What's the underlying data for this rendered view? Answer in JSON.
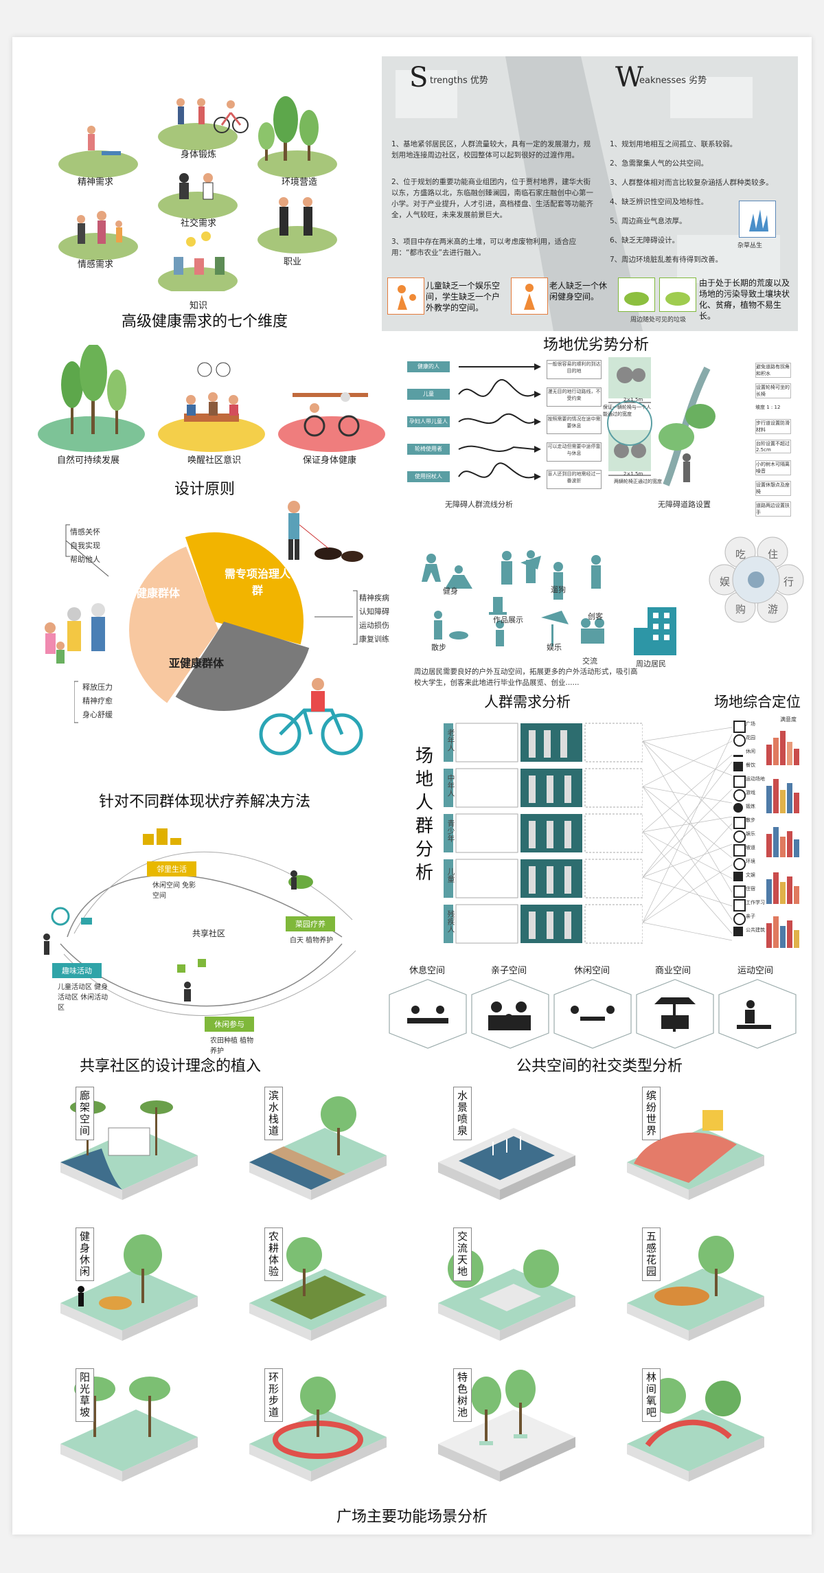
{
  "section1": {
    "title": "高级健康需求的七个维度",
    "items": [
      "精神需求",
      "身体锻炼",
      "环境营造",
      "社交需求",
      "情感需求",
      "职业",
      "知识"
    ]
  },
  "swot": {
    "s_letter": "S",
    "s_rest": "trengths 优势",
    "w_letter": "W",
    "w_rest": "eaknesses 劣势",
    "s_points": [
      "1、基地紧邻居民区，人群流量较大，具有一定的发展潜力，规划用地连接周边社区，校园整体可以起到很好的过渡作用。",
      "2、位于规划的重要功能商业组团内，位于贾村地界，建华大街以东，方盛路以北，东临融创臻澜园，南临石家庄融创中心第一小学。对于产业提升，人才引进，高档楼盘、生活配套等功能齐全，人气较旺，未来发展前景巨大。",
      "3、项目中存在两米高的土堆，可以考虑废物利用，适合应用：“都市农业”去进行融入。"
    ],
    "w_points": [
      "1、规划用地相互之间孤立、联系较弱。",
      "2、急需聚集人气的公共空间。",
      "3、人群整体相对而言比较复杂涵括人群种类较多。",
      "4、缺乏辨识性空间及地标性。",
      "5、周边商业气息浓厚。",
      "6、缺乏无障碍设计。",
      "7、周边环境脏乱差有待得到改善。"
    ],
    "weed_label": "杂草丛生",
    "bottom_notes": [
      "儿童缺乏一个娱乐空间，学生缺乏一个户外教学的空间。",
      "老人缺乏一个休闲健身空间。",
      "由于处于长期的荒废以及场地的污染导致土壤块状化、贫瘠，植物不易生长。"
    ],
    "trash_caption": "周边随处可见的垃圾",
    "title": "场地优劣势分析"
  },
  "principles": {
    "items": [
      "自然可持续发展",
      "唤醒社区意识",
      "保证身体健康"
    ],
    "title": "设计原则"
  },
  "accessibility": {
    "flow_title": "无障碍人群流线分析",
    "road_title": "无障碍道路设置",
    "groups": [
      "健康的人",
      "儿童",
      "孕妇人带儿童人群",
      "轮椅使用者",
      "使用拐杖人"
    ],
    "notes": [
      "一般很容易的顺利的到达目的地",
      "漫无目的地行动路线，不受约束",
      "按照需要的情况在途中需要休息",
      "可以走动但需要中途停靠与休息",
      "盲人还到目的地需经过一番波折"
    ],
    "dim_labels": [
      "2×1.5m",
      "保证一辆轮椅与一个人能通过的宽度",
      "2×1.5m",
      "两辆轮椅正通过的宽度"
    ],
    "road_notes": [
      "避免道路有拐角和积水",
      "设置轮椅可坐的长椅",
      "坡度 1 : 12",
      "步行道设置防滑材料",
      "台阶设置不超过2.5cm",
      "小的树木可隔离噪音",
      "设置休憩点及座椅",
      "道路两边设置扶手"
    ]
  },
  "groups": {
    "left_list": [
      "情感关怀",
      "自我实现",
      "帮助他人"
    ],
    "right_list": [
      "精神疾病",
      "认知障碍",
      "运动损伤",
      "康复训练"
    ],
    "bottom_list": [
      "释放压力",
      "精神疗愈",
      "身心舒缓"
    ],
    "pie": [
      {
        "label": "健康群体",
        "value": 35,
        "color": "#f2b400"
      },
      {
        "label": "需专项治理人群",
        "value": 30,
        "color": "#7a7a7a"
      },
      {
        "label": "亚健康群体",
        "value": 35,
        "color": "#f8c8a0"
      }
    ],
    "title": "针对不同群体现状疗养解决方法"
  },
  "needs": {
    "activities": [
      "健身",
      "作品展示",
      "遛狗",
      "散步",
      "娱乐",
      "交流",
      "创客",
      "周边居民"
    ],
    "desc": "周边居民需要良好的户外互动空间，拓展更多的户外活动形式，吸引高校大学生，创客来此地进行毕业作品展览、创业......",
    "title": "人群需求分析"
  },
  "positioning": {
    "petals": [
      "吃",
      "住",
      "行",
      "游",
      "购",
      "娱"
    ],
    "title": "场地综合定位"
  },
  "crowd": {
    "vertical_title": "场地人群分析",
    "rows": [
      "老年人",
      "中年人",
      "青少年",
      "儿童",
      "残疾人"
    ],
    "icons": [
      "广场",
      "花园",
      "休闲",
      "餐饮",
      "运动场地",
      "游戏",
      "锻炼",
      "散步",
      "娱乐",
      "坡道",
      "环境",
      "文娱",
      "住宿",
      "工作学习",
      "亲子",
      "公共建筑",
      "亲子"
    ],
    "chart_header": "满意度"
  },
  "share": {
    "tags": [
      "邻里生活",
      "趣味活动",
      "休闲参与",
      "菜园疗养"
    ],
    "tag_subs": [
      "休闲空间 免影空间",
      "儿童活动区 健身活动区 休闲活动区",
      "农田种植 植物养护",
      "白天 植物养护"
    ],
    "center": "共享社区",
    "title": "共享社区的设计理念的植入"
  },
  "social": {
    "types": [
      "休息空间",
      "亲子空间",
      "休闲空间",
      "商业空间",
      "运动空间"
    ],
    "title": "公共空间的社交类型分析"
  },
  "scenes": {
    "items": [
      "廊架空间",
      "滨水栈道",
      "水景喷泉",
      "缤纷世界",
      "健身休闲",
      "农耕体验",
      "交流天地",
      "五感花园",
      "阳光草坡",
      "环形步道",
      "特色树池",
      "林间氧吧"
    ],
    "title": "广场主要功能场景分析"
  },
  "colors": {
    "grass": "#a7c67a",
    "teal": "#5a9ea3",
    "water": "#3f6e8c",
    "plaza": "#cfe6d6",
    "orange": "#f08a36"
  }
}
